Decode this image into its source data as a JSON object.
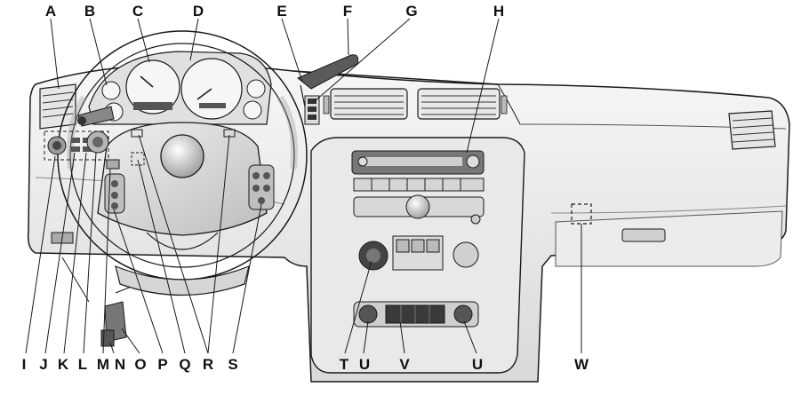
{
  "callouts": {
    "top": [
      "A",
      "B",
      "C",
      "D",
      "E",
      "F",
      "G",
      "H"
    ],
    "bottom": [
      "I",
      "J",
      "K",
      "L",
      "M",
      "N",
      "O",
      "P",
      "Q",
      "R",
      "S",
      "T",
      "U",
      "V",
      "U",
      "W"
    ]
  },
  "colors": {
    "line": "#1a1a1a",
    "panel_fill": "#f2f2f2",
    "panel_shade": "#dcdcdc",
    "dark": "#3a3a3a"
  }
}
